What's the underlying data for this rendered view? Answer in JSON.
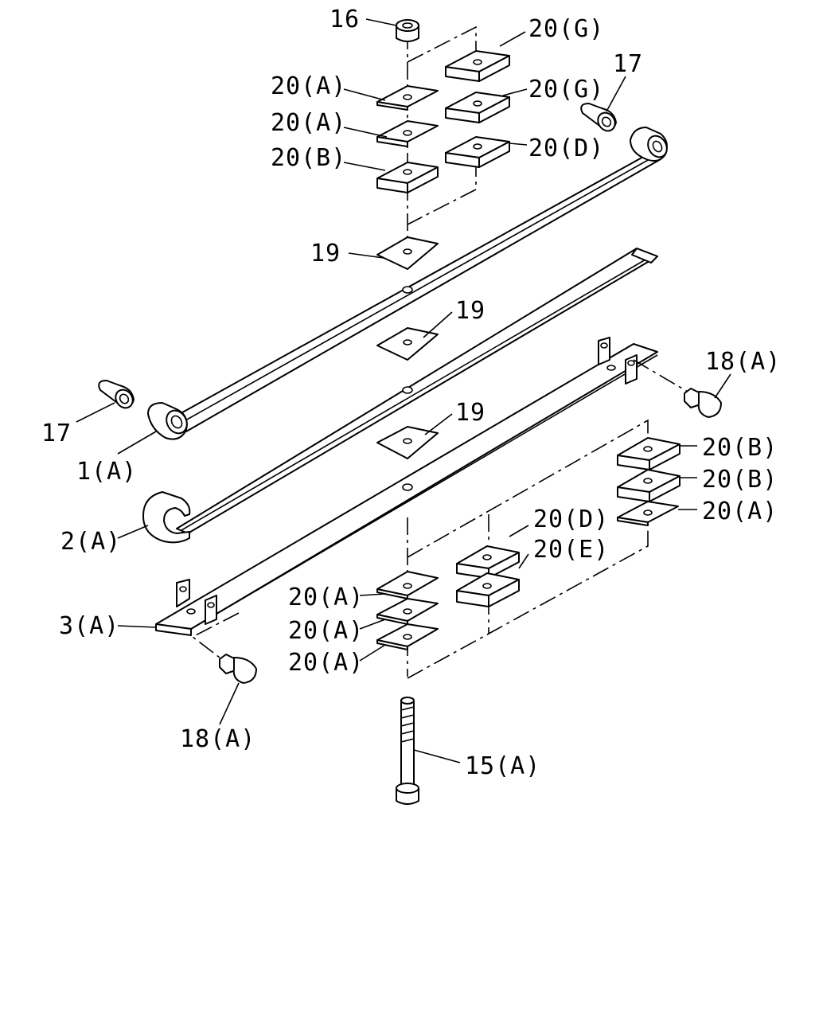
{
  "labels": {
    "p16": "16",
    "p20g_top": "20(G)",
    "p17_right": "17",
    "p20a_1": "20(A)",
    "p20g_2": "20(G)",
    "p20a_2": "20(A)",
    "p20b_1": "20(B)",
    "p20d_1": "20(D)",
    "p19_1": "19",
    "p19_2": "19",
    "p19_3": "19",
    "p17_left": "17",
    "p1a": "1(A)",
    "p18a_right": "18(A)",
    "p20b_r1": "20(B)",
    "p20b_r2": "20(B)",
    "p20a_r": "20(A)",
    "p2a": "2(A)",
    "p20d_2": "20(D)",
    "p20e": "20(E)",
    "p20a_b1": "20(A)",
    "p20a_b2": "20(A)",
    "p20a_b3": "20(A)",
    "p3a": "3(A)",
    "p18a_left": "18(A)",
    "p15a": "15(A)"
  }
}
